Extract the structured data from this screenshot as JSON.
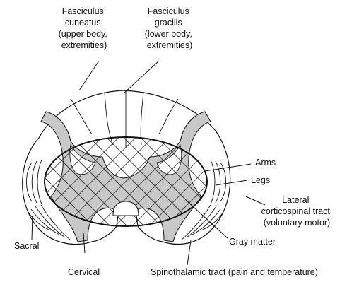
{
  "labels": {
    "fasciculus_cuneatus": [
      "Fasciculus",
      "cuneatus",
      "(upper body,",
      "extremities)"
    ],
    "fasciculus_gracilis": [
      "Fasciculus",
      "gracilis",
      "(lower body,",
      "extremities)"
    ],
    "arms": "Arms",
    "legs": "Legs",
    "lateral_corticospinal": [
      "Lateral",
      "corticospinal tract",
      "(voluntary motor)"
    ],
    "gray_matter": "Gray matter",
    "sacral": "Sacral",
    "cervical": "Cervical",
    "spinothalamic": "Spinothalamic tract (pain and temperature)"
  },
  "colors": {
    "gray_matter_fill": "#c8c8c8",
    "line": "#111111",
    "background": "#ffffff"
  }
}
